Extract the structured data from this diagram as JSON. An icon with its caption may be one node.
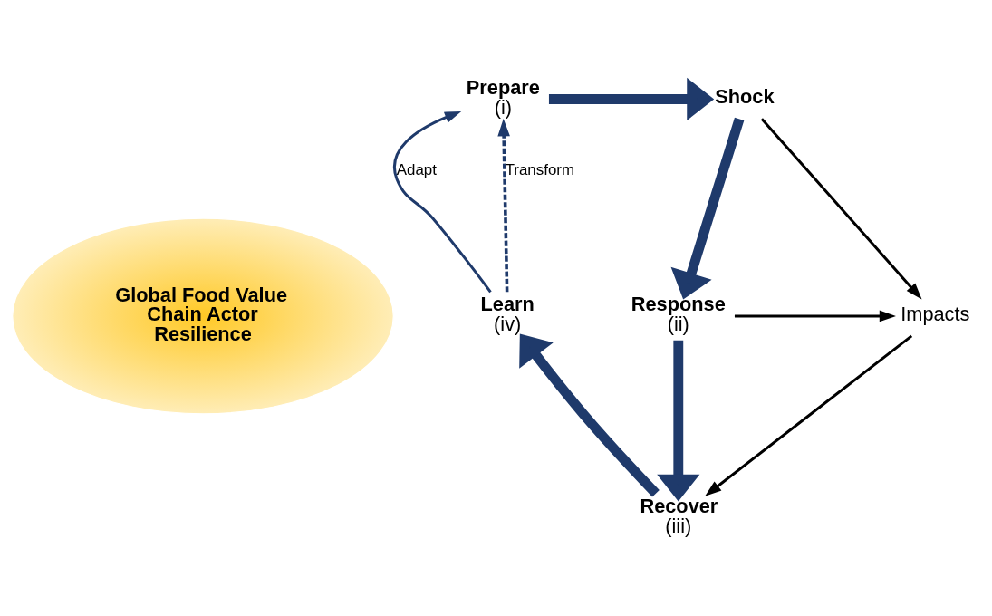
{
  "diagram": {
    "nodes": [
      {
        "text": [
          "Global Food Value Chain Actor Resilience"
        ]
      },
      {
        "text": [
          "Prepare",
          "(i)"
        ]
      },
      {
        "text": [
          "Shock"
        ]
      },
      {
        "text": [
          "Response",
          "(ii)"
        ]
      },
      {
        "text": [
          "Recover",
          "(iii)"
        ]
      },
      {
        "text": [
          "Learn",
          "(iv)"
        ]
      },
      {
        "text": [
          "Impacts"
        ]
      }
    ],
    "edges": [
      {
        "from": 1,
        "to": 2,
        "arrow": "to",
        "style": "thick"
      },
      {
        "from": 2,
        "to": 3,
        "arrow": "to",
        "style": "thick"
      },
      {
        "from": 3,
        "to": 4,
        "arrow": "to",
        "style": "thick"
      },
      {
        "from": 4,
        "to": 5,
        "arrow": "to",
        "style": "thick"
      },
      {
        "from": 5,
        "to": 1,
        "arrow": "to",
        "label": "Adapt"
      },
      {
        "from": 5,
        "to": 1,
        "arrow": "to",
        "label": "Transform",
        "style": "dashed"
      },
      {
        "from": 2,
        "to": 6,
        "arrow": "to",
        "color": "#000000"
      },
      {
        "from": 3,
        "to": 6,
        "arrow": "to",
        "color": "#000000"
      },
      {
        "from": 6,
        "to": 4,
        "arrow": "to",
        "color": "#000000"
      }
    ]
  }
}
